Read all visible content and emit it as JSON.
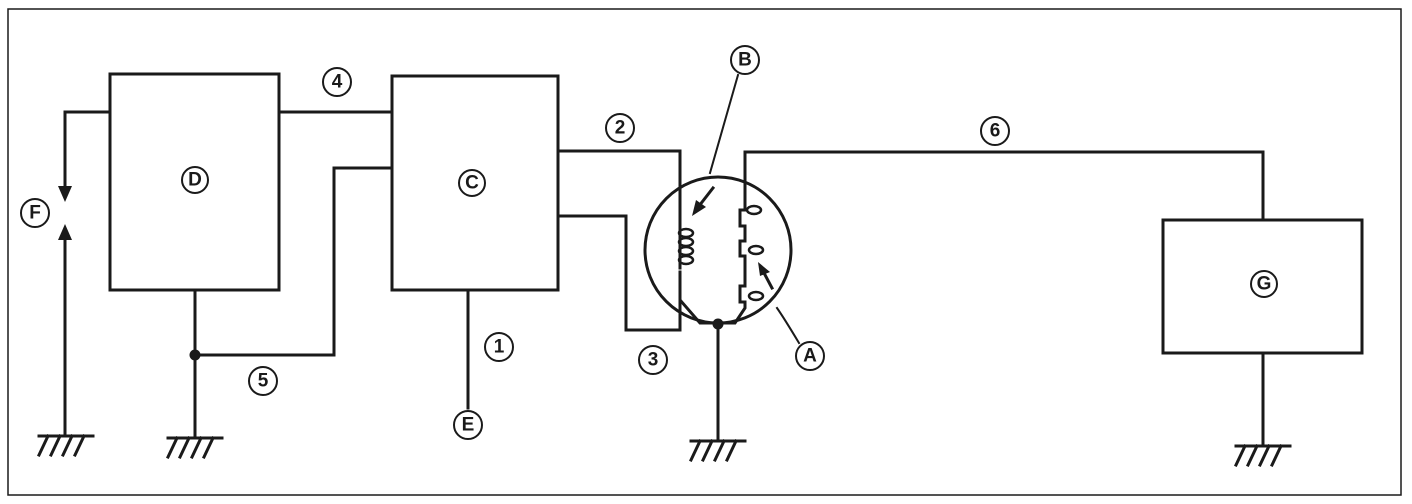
{
  "diagram": {
    "blocks": [
      {
        "id": "C",
        "label": "C"
      },
      {
        "id": "D",
        "label": "D"
      },
      {
        "id": "G",
        "label": "G"
      }
    ],
    "callouts": [
      {
        "id": "A",
        "label": "A"
      },
      {
        "id": "B",
        "label": "B"
      },
      {
        "id": "E",
        "label": "E"
      },
      {
        "id": "F",
        "label": "F"
      },
      {
        "id": "w1",
        "label": "1"
      },
      {
        "id": "w2",
        "label": "2"
      },
      {
        "id": "w3",
        "label": "3"
      },
      {
        "id": "w4",
        "label": "4"
      },
      {
        "id": "w5",
        "label": "5"
      },
      {
        "id": "w6",
        "label": "6"
      }
    ],
    "components": {
      "ignition_coil": "coil-with-primary-and-secondary-windings",
      "spark_gap": "opposing-arrow-gap",
      "grounds": 4
    },
    "colors": {
      "ink": "#1a1a1a",
      "paper": "#ffffff"
    }
  }
}
